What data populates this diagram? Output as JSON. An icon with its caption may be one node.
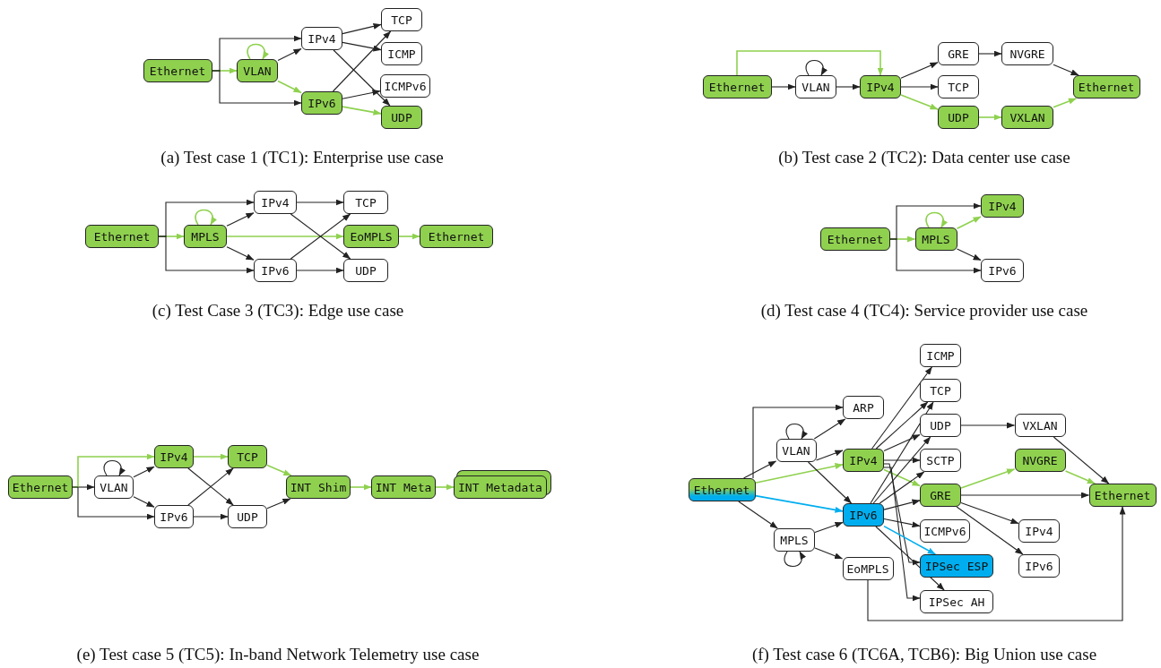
{
  "diagram": {
    "nodes": [
      {
        "text": [
          "Ethernet"
        ]
      },
      {
        "text": [
          "VLAN"
        ]
      },
      {
        "text": [
          "IPv4"
        ]
      },
      {
        "text": [
          "IPv6"
        ]
      },
      {
        "text": [
          "TCP"
        ]
      },
      {
        "text": [
          "ICMP"
        ]
      },
      {
        "text": [
          "ICMPv6"
        ]
      },
      {
        "text": [
          "UDP"
        ]
      },
      {
        "text": [
          "Ethernet"
        ]
      },
      {
        "text": [
          "VLAN"
        ]
      },
      {
        "text": [
          "IPv4"
        ]
      },
      {
        "text": [
          "GRE"
        ]
      },
      {
        "text": [
          "NVGRE"
        ]
      },
      {
        "text": [
          "TCP"
        ]
      },
      {
        "text": [
          "UDP"
        ]
      },
      {
        "text": [
          "VXLAN"
        ]
      },
      {
        "text": [
          "Ethernet"
        ]
      },
      {
        "text": [
          "Ethernet"
        ]
      },
      {
        "text": [
          "MPLS"
        ]
      },
      {
        "text": [
          "IPv4"
        ]
      },
      {
        "text": [
          "IPv6"
        ]
      },
      {
        "text": [
          "TCP"
        ]
      },
      {
        "text": [
          "EoMPLS"
        ]
      },
      {
        "text": [
          "UDP"
        ]
      },
      {
        "text": [
          "Ethernet"
        ]
      },
      {
        "text": [
          "Ethernet"
        ]
      },
      {
        "text": [
          "MPLS"
        ]
      },
      {
        "text": [
          "IPv4"
        ]
      },
      {
        "text": [
          "IPv6"
        ]
      },
      {
        "text": [
          "Ethernet"
        ]
      },
      {
        "text": [
          "VLAN"
        ]
      },
      {
        "text": [
          "IPv4"
        ]
      },
      {
        "text": [
          "IPv6"
        ]
      },
      {
        "text": [
          "TCP"
        ]
      },
      {
        "text": [
          "UDP"
        ]
      },
      {
        "text": [
          "INT Shim"
        ]
      },
      {
        "text": [
          "INT Meta"
        ]
      },
      {
        "text": [
          "INT Metadata"
        ]
      },
      {
        "text": [
          "Ethernet"
        ]
      },
      {
        "text": [
          "VLAN"
        ]
      },
      {
        "text": [
          "MPLS"
        ]
      },
      {
        "text": [
          "ARP"
        ]
      },
      {
        "text": [
          "IPv4"
        ]
      },
      {
        "text": [
          "IPv6"
        ]
      },
      {
        "text": [
          "EoMPLS"
        ]
      },
      {
        "text": [
          "ICMP"
        ]
      },
      {
        "text": [
          "TCP"
        ]
      },
      {
        "text": [
          "UDP"
        ]
      },
      {
        "text": [
          "SCTP"
        ]
      },
      {
        "text": [
          "GRE"
        ]
      },
      {
        "text": [
          "ICMPv6"
        ]
      },
      {
        "text": [
          "IPSec ESP"
        ]
      },
      {
        "text": [
          "IPSec AH"
        ]
      },
      {
        "text": [
          "VXLAN"
        ]
      },
      {
        "text": [
          "NVGRE"
        ]
      },
      {
        "text": [
          "IPv4"
        ]
      },
      {
        "text": [
          "IPv6"
        ]
      },
      {
        "text": [
          "Ethernet"
        ]
      }
    ],
    "edges": [
      {
        "from": 0,
        "to": 1,
        "arrow": "to",
        "color": "#8fd14f"
      },
      {
        "from": 0,
        "to": 2,
        "arrow": "to"
      },
      {
        "from": 0,
        "to": 3,
        "arrow": "to"
      },
      {
        "from": 1,
        "to": 1,
        "arrow": "to",
        "color": "#8fd14f"
      },
      {
        "from": 1,
        "to": 2,
        "arrow": "to"
      },
      {
        "from": 1,
        "to": 3,
        "arrow": "to",
        "color": "#8fd14f"
      },
      {
        "from": 2,
        "to": 4,
        "arrow": "to"
      },
      {
        "from": 2,
        "to": 5,
        "arrow": "to"
      },
      {
        "from": 2,
        "to": 7,
        "arrow": "to"
      },
      {
        "from": 3,
        "to": 4,
        "arrow": "to"
      },
      {
        "from": 3,
        "to": 6,
        "arrow": "to"
      },
      {
        "from": 3,
        "to": 7,
        "arrow": "to",
        "color": "#8fd14f"
      },
      {
        "from": 8,
        "to": 10,
        "arrow": "to",
        "color": "#8fd14f"
      },
      {
        "from": 8,
        "to": 9,
        "arrow": "to"
      },
      {
        "from": 9,
        "to": 9,
        "arrow": "to"
      },
      {
        "from": 9,
        "to": 10,
        "arrow": "to"
      },
      {
        "from": 10,
        "to": 11,
        "arrow": "to"
      },
      {
        "from": 10,
        "to": 13,
        "arrow": "to"
      },
      {
        "from": 10,
        "to": 14,
        "arrow": "to",
        "color": "#8fd14f"
      },
      {
        "from": 11,
        "to": 12,
        "arrow": "to"
      },
      {
        "from": 12,
        "to": 16,
        "arrow": "to"
      },
      {
        "from": 14,
        "to": 15,
        "arrow": "to",
        "color": "#8fd14f"
      },
      {
        "from": 15,
        "to": 16,
        "arrow": "to",
        "color": "#8fd14f"
      },
      {
        "from": 17,
        "to": 18,
        "arrow": "to",
        "color": "#8fd14f"
      },
      {
        "from": 17,
        "to": 19,
        "arrow": "to"
      },
      {
        "from": 17,
        "to": 20,
        "arrow": "to"
      },
      {
        "from": 18,
        "to": 18,
        "arrow": "to",
        "color": "#8fd14f"
      },
      {
        "from": 18,
        "to": 19,
        "arrow": "to"
      },
      {
        "from": 18,
        "to": 20,
        "arrow": "to"
      },
      {
        "from": 18,
        "to": 22,
        "arrow": "to",
        "color": "#8fd14f"
      },
      {
        "from": 19,
        "to": 21,
        "arrow": "to"
      },
      {
        "from": 19,
        "to": 23,
        "arrow": "to"
      },
      {
        "from": 20,
        "to": 21,
        "arrow": "to"
      },
      {
        "from": 20,
        "to": 23,
        "arrow": "to"
      },
      {
        "from": 22,
        "to": 24,
        "arrow": "to",
        "color": "#8fd14f"
      },
      {
        "from": 25,
        "to": 26,
        "arrow": "to",
        "color": "#8fd14f"
      },
      {
        "from": 25,
        "to": 27,
        "arrow": "to"
      },
      {
        "from": 25,
        "to": 28,
        "arrow": "to"
      },
      {
        "from": 26,
        "to": 26,
        "arrow": "to",
        "color": "#8fd14f"
      },
      {
        "from": 26,
        "to": 27,
        "arrow": "to",
        "color": "#8fd14f"
      },
      {
        "from": 26,
        "to": 28,
        "arrow": "to"
      },
      {
        "from": 29,
        "to": 30,
        "arrow": "to"
      },
      {
        "from": 29,
        "to": 31,
        "arrow": "to",
        "color": "#8fd14f"
      },
      {
        "from": 29,
        "to": 32,
        "arrow": "to"
      },
      {
        "from": 30,
        "to": 30,
        "arrow": "to"
      },
      {
        "from": 30,
        "to": 31,
        "arrow": "to"
      },
      {
        "from": 30,
        "to": 32,
        "arrow": "to"
      },
      {
        "from": 31,
        "to": 33,
        "arrow": "to",
        "color": "#8fd14f"
      },
      {
        "from": 31,
        "to": 34,
        "arrow": "to"
      },
      {
        "from": 32,
        "to": 33,
        "arrow": "to"
      },
      {
        "from": 32,
        "to": 34,
        "arrow": "to"
      },
      {
        "from": 33,
        "to": 35,
        "arrow": "to",
        "color": "#8fd14f"
      },
      {
        "from": 34,
        "to": 35,
        "arrow": "to"
      },
      {
        "from": 35,
        "to": 36,
        "arrow": "to",
        "color": "#8fd14f"
      },
      {
        "from": 36,
        "to": 37,
        "arrow": "to",
        "color": "#8fd14f"
      },
      {
        "from": 38,
        "to": 41,
        "arrow": "to"
      },
      {
        "from": 38,
        "to": 39,
        "arrow": "to"
      },
      {
        "from": 38,
        "to": 42,
        "arrow": "to",
        "color": "#8fd14f"
      },
      {
        "from": 38,
        "to": 43,
        "arrow": "to",
        "color": "#00aeef"
      },
      {
        "from": 38,
        "to": 40,
        "arrow": "to"
      },
      {
        "from": 39,
        "to": 39,
        "arrow": "to"
      },
      {
        "from": 39,
        "to": 41,
        "arrow": "to"
      },
      {
        "from": 39,
        "to": 42,
        "arrow": "to"
      },
      {
        "from": 39,
        "to": 43,
        "arrow": "to"
      },
      {
        "from": 40,
        "to": 40,
        "arrow": "to"
      },
      {
        "from": 40,
        "to": 43,
        "arrow": "to"
      },
      {
        "from": 40,
        "to": 44,
        "arrow": "to"
      },
      {
        "from": 44,
        "to": 57,
        "arrow": "to"
      },
      {
        "from": 42,
        "to": 45,
        "arrow": "to"
      },
      {
        "from": 42,
        "to": 46,
        "arrow": "to"
      },
      {
        "from": 42,
        "to": 47,
        "arrow": "to"
      },
      {
        "from": 42,
        "to": 48,
        "arrow": "to"
      },
      {
        "from": 42,
        "to": 49,
        "arrow": "to",
        "color": "#8fd14f"
      },
      {
        "from": 42,
        "to": 51,
        "arrow": "to"
      },
      {
        "from": 42,
        "to": 52,
        "arrow": "to"
      },
      {
        "from": 43,
        "to": 46,
        "arrow": "to"
      },
      {
        "from": 43,
        "to": 47,
        "arrow": "to"
      },
      {
        "from": 43,
        "to": 48,
        "arrow": "to"
      },
      {
        "from": 43,
        "to": 49,
        "arrow": "to"
      },
      {
        "from": 43,
        "to": 50,
        "arrow": "to"
      },
      {
        "from": 43,
        "to": 51,
        "arrow": "to",
        "color": "#00aeef"
      },
      {
        "from": 43,
        "to": 52,
        "arrow": "to"
      },
      {
        "from": 47,
        "to": 53,
        "arrow": "to"
      },
      {
        "from": 49,
        "to": 54,
        "arrow": "to",
        "color": "#8fd14f"
      },
      {
        "from": 49,
        "to": 57,
        "arrow": "to"
      },
      {
        "from": 49,
        "to": 55,
        "arrow": "to"
      },
      {
        "from": 49,
        "to": 56,
        "arrow": "to"
      },
      {
        "from": 53,
        "to": 57,
        "arrow": "to"
      },
      {
        "from": 54,
        "to": 57,
        "arrow": "to",
        "color": "#8fd14f"
      }
    ],
    "labels": [
      "(a) Test case 1 (TC1): Enterprise use case",
      "(b) Test case 2 (TC2): Data center use case",
      "(c) Test Case 3 (TC3): Edge use case",
      "(d) Test case 4 (TC4): Service provider use case",
      "(e) Test case 5 (TC5): In-band Network Telemetry use case",
      "(f) Test case 6 (TC6A, TCB6): Big Union use case"
    ]
  }
}
